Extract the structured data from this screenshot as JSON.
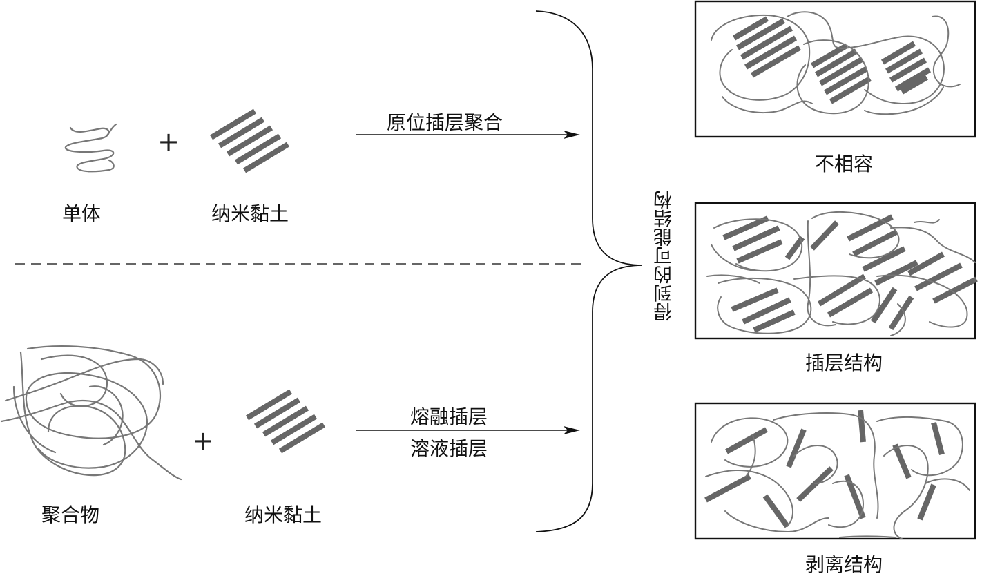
{
  "top": {
    "monomer_label": "单体",
    "clay_label": "纳米黏土",
    "plus": "+",
    "process_label": "原位插层聚合"
  },
  "bottom": {
    "polymer_label": "聚合物",
    "clay_label": "纳米黏土",
    "plus": "+",
    "process_label_1": "熔融插层",
    "process_label_2": "溶液插层"
  },
  "result_label": "得到的可能结构",
  "structures": [
    {
      "label": "不相容"
    },
    {
      "label": "插层结构"
    },
    {
      "label": "剥离结构"
    }
  ],
  "colors": {
    "line": "#111111",
    "chain": "#777777",
    "plate": "#666666"
  }
}
